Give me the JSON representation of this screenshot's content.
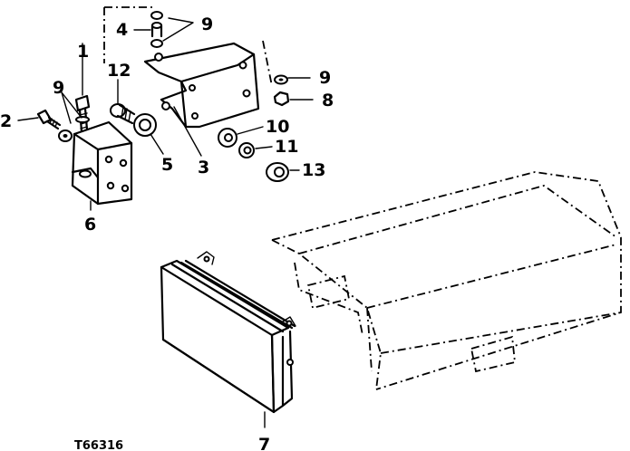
{
  "figure_code": "T66316",
  "callouts": [
    {
      "id": "c1",
      "text": "1"
    },
    {
      "id": "c2",
      "text": "2"
    },
    {
      "id": "c3",
      "text": "3"
    },
    {
      "id": "c4",
      "text": "4"
    },
    {
      "id": "c5",
      "text": "5"
    },
    {
      "id": "c6",
      "text": "6"
    },
    {
      "id": "c7",
      "text": "7"
    },
    {
      "id": "c8",
      "text": "8"
    },
    {
      "id": "c9a",
      "text": "9"
    },
    {
      "id": "c9b",
      "text": "9"
    },
    {
      "id": "c9c",
      "text": "9"
    },
    {
      "id": "c10",
      "text": "10"
    },
    {
      "id": "c11",
      "text": "11"
    },
    {
      "id": "c12",
      "text": "12"
    },
    {
      "id": "c13",
      "text": "13"
    }
  ]
}
